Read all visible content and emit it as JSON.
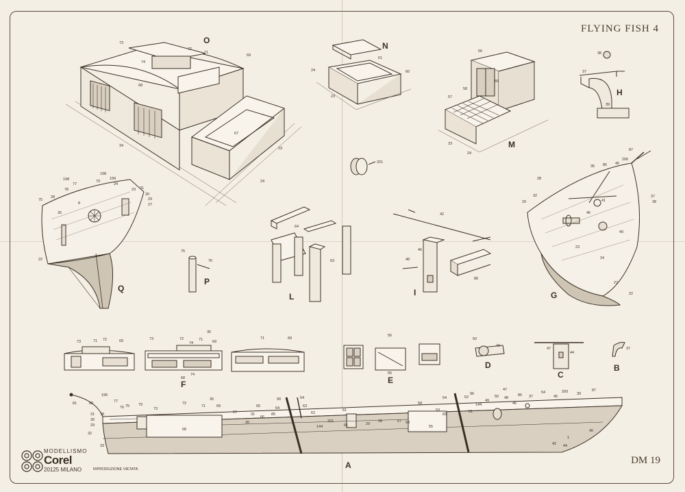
{
  "sheet": {
    "title": "FLYING FISH 4",
    "sheet_number": "DM 19"
  },
  "brand": {
    "top_line": "MODELLISMO",
    "name": "Corel",
    "city": "20125 MILANO",
    "legal": "RIPRODUZIONE VIETATA"
  },
  "part_letters": {
    "O": "O",
    "N": "N",
    "M": "M",
    "H": "H",
    "Q": "Q",
    "P": "P",
    "L": "L",
    "I": "I",
    "G": "G",
    "F": "F",
    "E": "E",
    "D": "D",
    "C": "C",
    "B": "B",
    "A": "A"
  },
  "callouts": {
    "o_73": "73",
    "o_72": "72",
    "o_71": "71",
    "o_69": "69",
    "o_74": "74",
    "o_68": "68",
    "o_67": "67",
    "o_34": "34",
    "o_23": "23",
    "o_24": "24",
    "n_61": "61",
    "n_60": "60",
    "n_24": "24",
    "n_23": "23",
    "m_56": "56",
    "m_55": "55",
    "m_58": "58",
    "m_57": "57",
    "m_23": "23",
    "m_24": "24",
    "h_38": "38",
    "h_37": "37",
    "h_39": "39",
    "c201": "201",
    "q_198": "198",
    "q_77": "77",
    "q_199": "199",
    "q_79": "79",
    "q_24": "24",
    "q_23": "23",
    "q_31": "31",
    "q_30": "30",
    "q_29": "29",
    "q_27": "27",
    "q_75": "75",
    "q_28": "28",
    "q_78": "78",
    "q_8": "8",
    "q_26": "26",
    "q_22": "22",
    "p_75": "75",
    "p_76": "76",
    "l_64": "64",
    "l_63": "63",
    "i_42": "42",
    "i_46": "46",
    "i_48": "48",
    "i_86": "86",
    "g_87": "87",
    "g_206": "206",
    "g_35": "35",
    "g_86": "86",
    "g_45": "45",
    "g_28": "28",
    "g_32": "32",
    "g_29": "29",
    "g_37": "37",
    "g_38": "38",
    "g_41": "41",
    "g_46": "46",
    "g_49": "49",
    "g_24": "24",
    "g_23": "23",
    "g_27": "27",
    "g_22": "22",
    "f_73": "73",
    "f_71": "71",
    "f_72": "72",
    "f_69": "69",
    "f_35": "35",
    "f_74": "74",
    "f_68": "68",
    "e_56": "56",
    "e_55": "55",
    "d_50": "50",
    "d_49": "49",
    "c_47": "47",
    "c_44": "44",
    "b_37": "37",
    "a_81": "81",
    "a_80": "80",
    "a_196": "196",
    "a_77": "77",
    "a_76": "76",
    "a_75": "75",
    "a_79": "79",
    "a_73": "73",
    "a_72": "72",
    "a_71": "71",
    "a_35": "35",
    "a_69": "69",
    "a_67": "67",
    "a_65": "65",
    "a_90": "90",
    "a_54": "54",
    "a_64": "64",
    "a_85": "85",
    "a_62": "62",
    "a_63": "63",
    "a_66": "66",
    "a_31": "31",
    "a_30": "30",
    "a_29": "29",
    "a_32": "32",
    "a_33": "33",
    "a_78": "78",
    "a_68": "68",
    "a_144": "144",
    "a_201": "201",
    "a_61": "61",
    "a_28": "28",
    "a_57": "57",
    "a_58": "58",
    "a_53": "53",
    "a_52": "52",
    "a_96": "96",
    "a_83": "83",
    "a_51": "51",
    "a_49": "49",
    "a_50": "50",
    "a_47": "47",
    "a_48": "48",
    "a_46": "46",
    "a_86": "86",
    "a_87": "87",
    "a_39": "39",
    "a_200": "200",
    "a_45": "45",
    "a_40": "40",
    "a_42": "42",
    "a_1": "1",
    "a_44": "44",
    "a_55": "55"
  },
  "colors": {
    "paper": "#f4efe4",
    "ink": "#3a2f25",
    "hull_shade": "#d9d0c2",
    "wood_shade": "#e6dfd2"
  }
}
